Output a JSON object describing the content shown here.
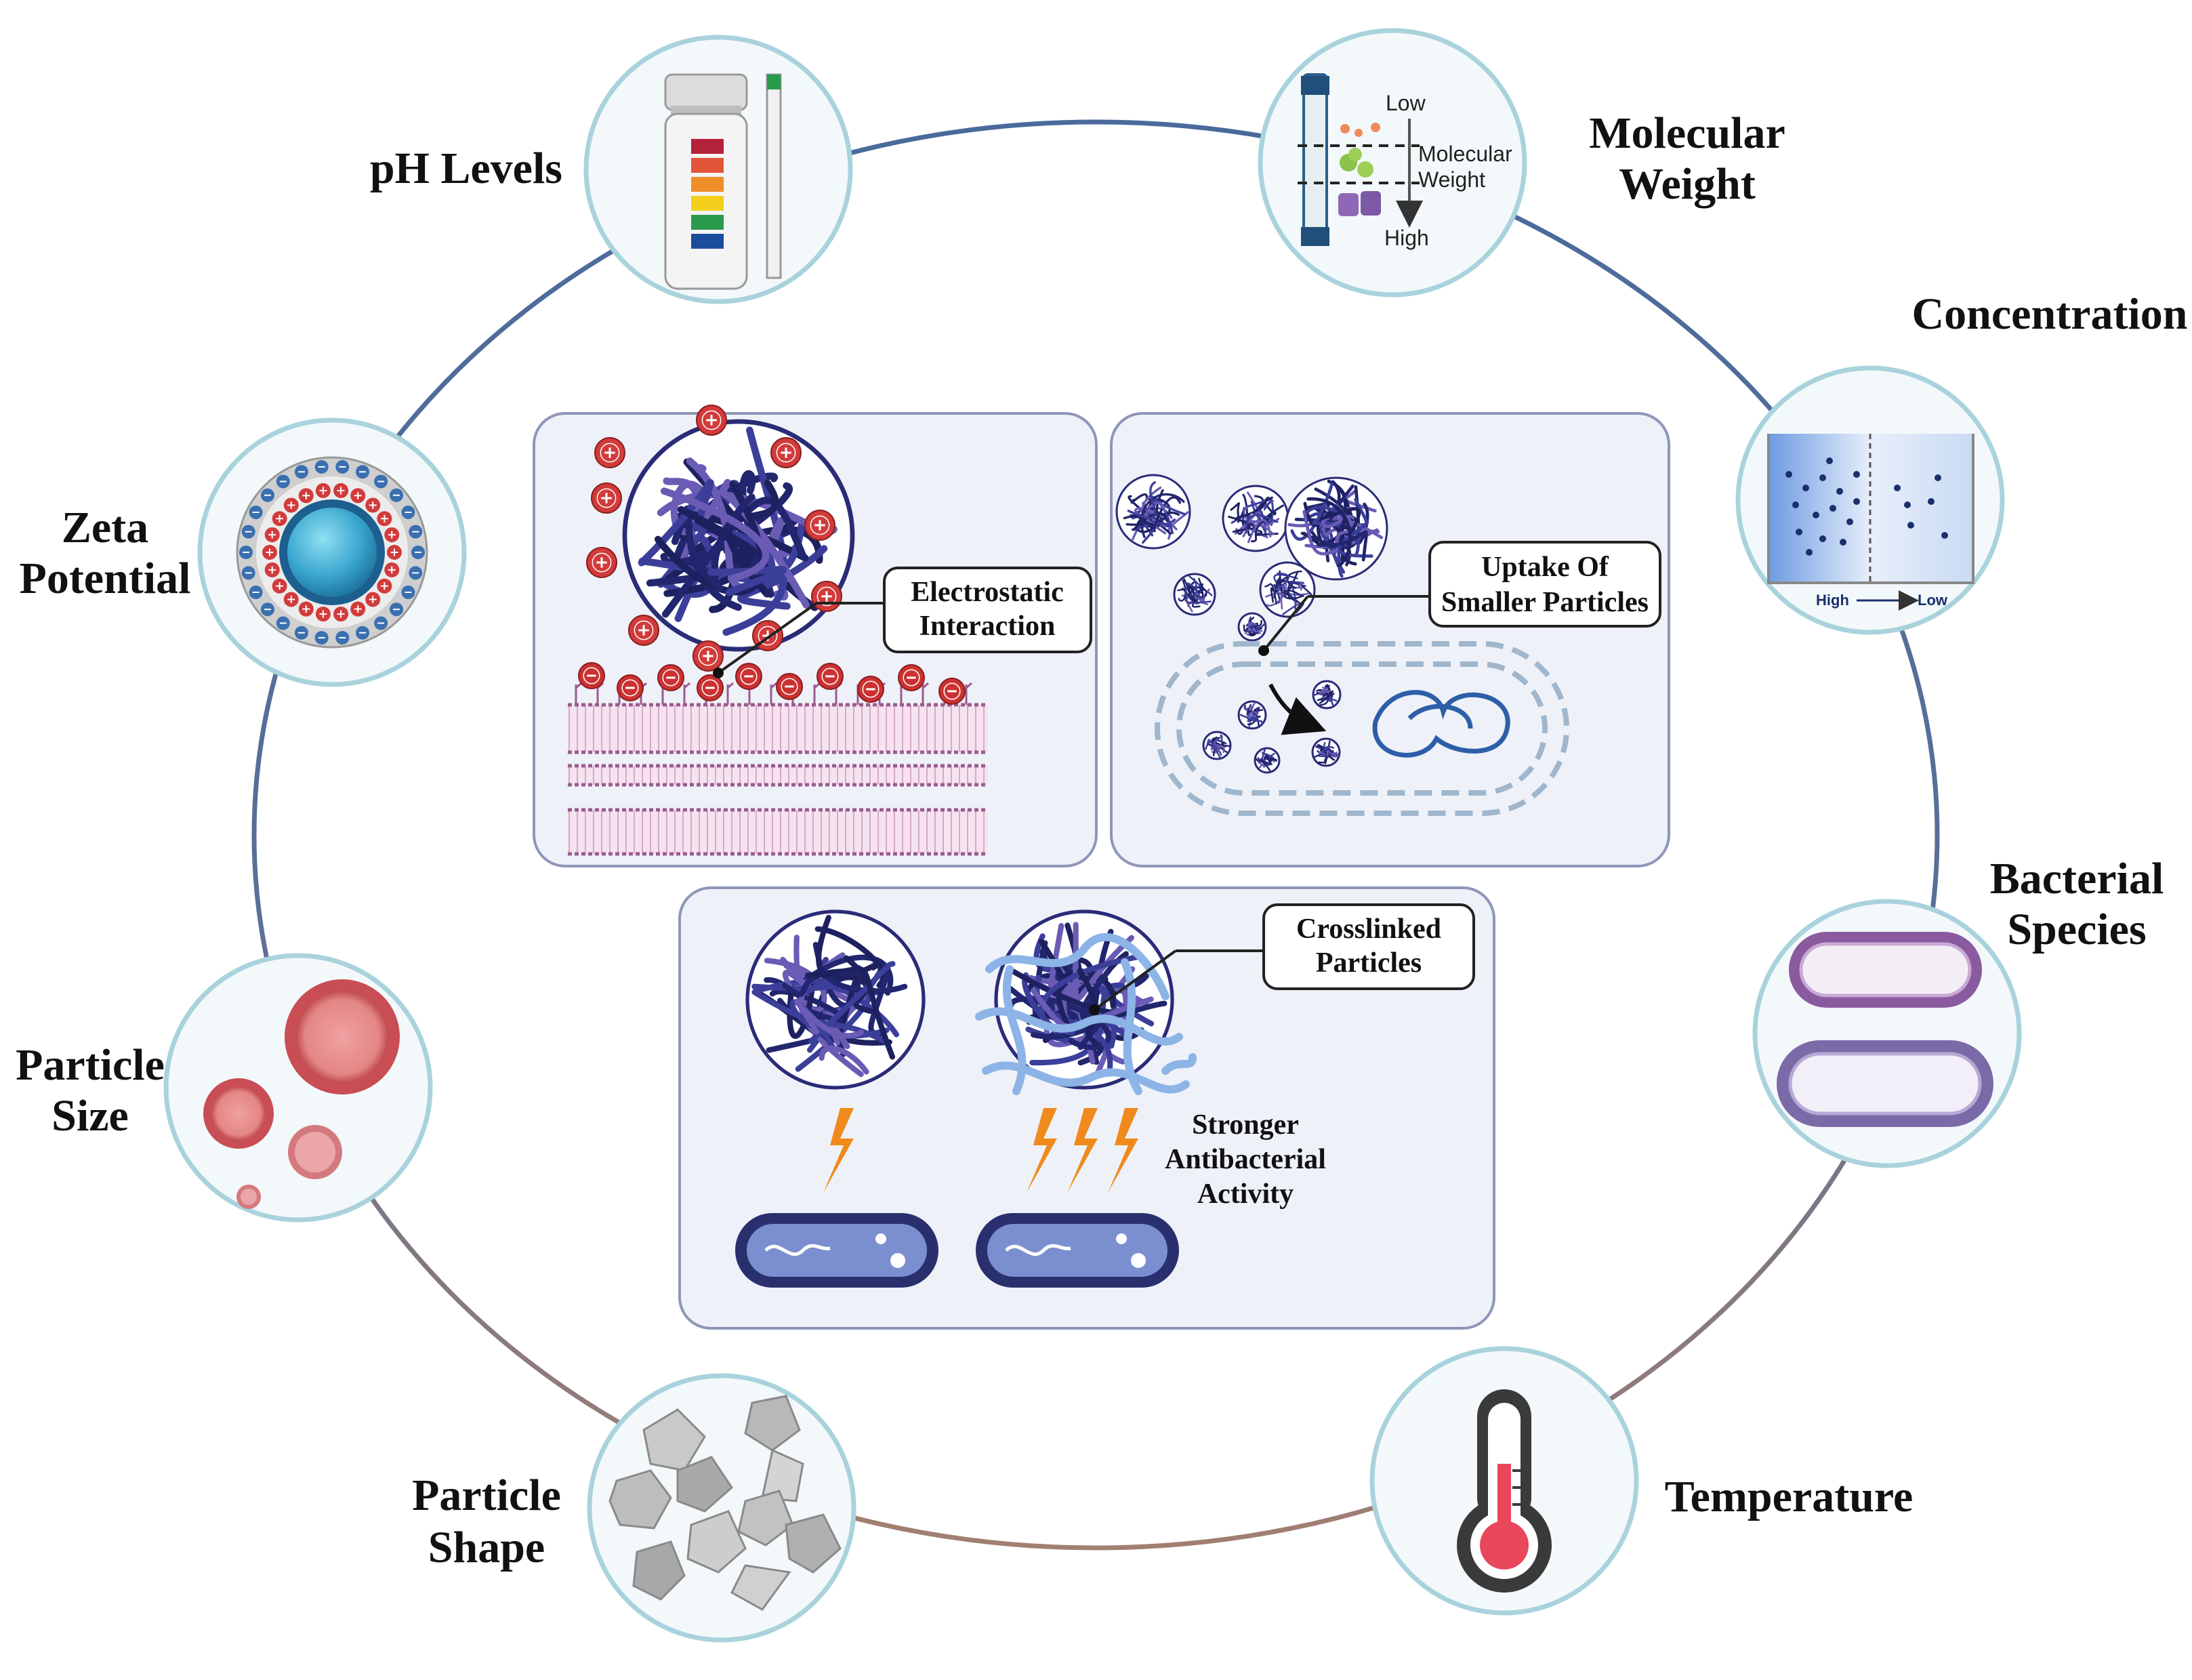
{
  "factors": {
    "ph": "pH Levels",
    "mw_line1": "Molecular",
    "mw_line2": "Weight",
    "conc": "Concentration",
    "bact_line1": "Bacterial",
    "bact_line2": "Species",
    "temp": "Temperature",
    "shape_line1": "Particle",
    "shape_line2": "Shape",
    "size_line1": "Particle",
    "size_line2": "Size",
    "zeta_line1": "Zeta",
    "zeta_line2": "Potential"
  },
  "icons": {
    "ph": "ph-test-strip-icon",
    "mw": "size-exclusion-column-icon",
    "conc": "concentration-gradient-icon",
    "bact": "rod-bacteria-icon",
    "temp": "thermometer-icon",
    "shape": "polyhedral-particles-icon",
    "size": "particle-size-spheres-icon",
    "zeta": "charged-particle-icon"
  },
  "mw_icon": {
    "low": "Low",
    "text_line1": "Molecular",
    "text_line2": "Weight",
    "high": "High"
  },
  "conc_icon": {
    "high": "High",
    "low": "Low"
  },
  "panels": {
    "electrostatic_line1": "Electrostatic",
    "electrostatic_line2": "Interaction",
    "uptake_line1": "Uptake Of",
    "uptake_line2": "Smaller Particles",
    "crosslinked_line1": "Crosslinked",
    "crosslinked_line2": "Particles",
    "stronger_line1": "Stronger",
    "stronger_line2": "Antibacterial",
    "stronger_line3": "Activity"
  },
  "colors": {
    "ring_top": "#4a6a9c",
    "ring_bottom": "#a27f70",
    "node_border": "#a9d3dc",
    "positive_charge": "#d23b3b",
    "negative_charge": "#3a6fb0",
    "polymer": "#2a2c78",
    "lightning": "#f08a1c"
  }
}
